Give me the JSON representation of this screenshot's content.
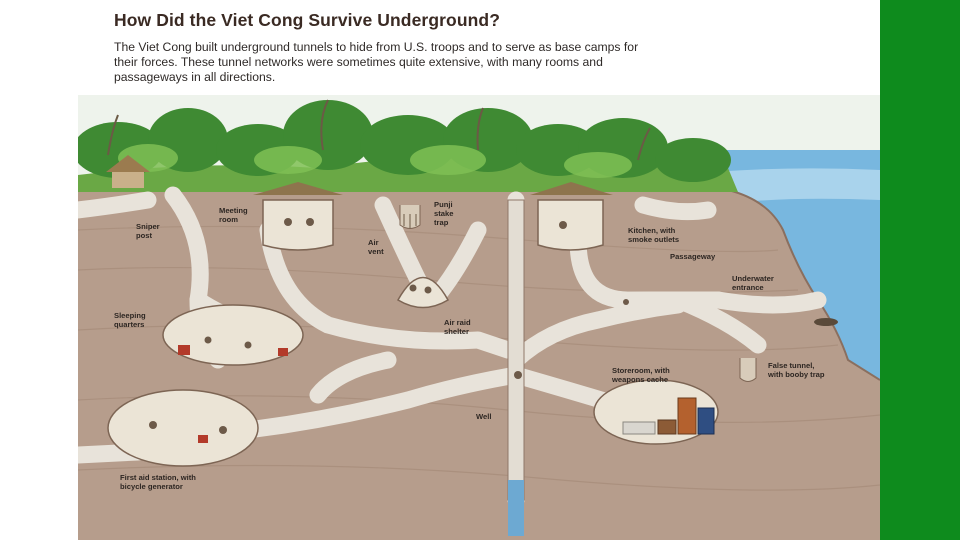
{
  "title": "How Did the Viet Cong Survive Underground?",
  "intro": "The Viet Cong built underground tunnels to hide from U.S. troops and to serve as base camps for their forces. These tunnel networks were sometimes quite extensive, with many rooms and passageways in all directions.",
  "labels": {
    "sniper": [
      "Sniper",
      "post"
    ],
    "meeting": [
      "Meeting",
      "room"
    ],
    "punji": [
      "Punji",
      "stake",
      "trap"
    ],
    "air_vent": [
      "Air",
      "vent"
    ],
    "kitchen": [
      "Kitchen, with",
      "smoke outlets"
    ],
    "passageway": [
      "Passageway"
    ],
    "underwater": [
      "Underwater",
      "entrance"
    ],
    "sleeping": [
      "Sleeping",
      "quarters"
    ],
    "air_raid": [
      "Air raid",
      "shelter"
    ],
    "false_tunnel": [
      "False tunnel,",
      "with booby trap"
    ],
    "storeroom": [
      "Storeroom, with",
      "weapons cache"
    ],
    "well": [
      "Well"
    ],
    "first_aid": [
      "First aid station, with",
      "bicycle generator"
    ]
  },
  "colors": {
    "slide_background": "#0e8b1d",
    "soil": "#b9a08f",
    "tunnel": "#e9e4dc",
    "sea": "#6fb2dc",
    "sky": "#eef4ee",
    "jungle": "#4f9a3a"
  }
}
